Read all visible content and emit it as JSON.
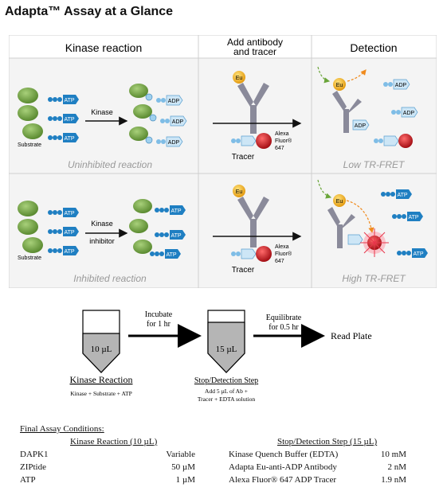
{
  "title": "Adapta™ Assay at a Glance",
  "panel": {
    "headers": {
      "kinase": "Kinase reaction",
      "antibody_line1": "Add antibody",
      "antibody_line2": "and tracer",
      "detection": "Detection"
    },
    "row1": {
      "atp": "ATP",
      "substrate": "Substrate",
      "kinase": "Kinase",
      "adp": "ADP",
      "eu": "Eu",
      "tracer": "Tracer",
      "alexa_line1": "Alexa",
      "alexa_line2": "Fluor®",
      "alexa_line3": "647",
      "caption_left": "Uninhibited reaction",
      "caption_right": "Low TR-FRET"
    },
    "row2": {
      "atp": "ATP",
      "substrate": "Substrate",
      "kinase": "Kinase",
      "inhibitor": "inhibitor",
      "eu": "Eu",
      "tracer": "Tracer",
      "alexa_line1": "Alexa",
      "alexa_line2": "Fluor®",
      "alexa_line3": "647",
      "caption_left": "Inhibited reaction",
      "caption_right": "High TR-FRET"
    },
    "colors": {
      "substrate": "#7cab4a",
      "atp": "#1f7fc2",
      "adp": "#7fbde6",
      "antibody": "#8a8a9a",
      "eu": "#f5b81c",
      "tracer": "#c0161d",
      "caption": "#999999"
    }
  },
  "flow": {
    "tube1_volume": "10 µL",
    "tube2_volume": "15 µL",
    "incubate_line1": "Incubate",
    "incubate_line2": "for 1 hr",
    "equilibrate_line1": "Equilibrate",
    "equilibrate_line2": "for 0.5 hr",
    "read_plate": "Read Plate",
    "kinase_reaction": "Kinase Reaction",
    "kinase_reaction_sub": "Kinase + Substrate + ATP",
    "stop_step": "Stop/Detection Step",
    "stop_step_sub1": "Add 5 µL of Ab +",
    "stop_step_sub2": "Tracer + EDTA solution"
  },
  "conditions": {
    "title": "Final Assay Conditions:",
    "left_header": "Kinase Reaction (10 µL)",
    "right_header": "Stop/Detection Step (15 µL)",
    "rows": [
      {
        "name": "DAPK1",
        "value": "Variable",
        "rname": "Kinase Quench Buffer (EDTA)",
        "rvalue": "10 mM"
      },
      {
        "name": "ZIPtide",
        "value": "50 µM",
        "rname": "Adapta Eu-anti-ADP Antibody",
        "rvalue": "2 nM"
      },
      {
        "name": "ATP",
        "value": "1 µM",
        "rname": "Alexa Fluor® 647 ADP Tracer",
        "rvalue": "1.9 nM"
      }
    ]
  }
}
